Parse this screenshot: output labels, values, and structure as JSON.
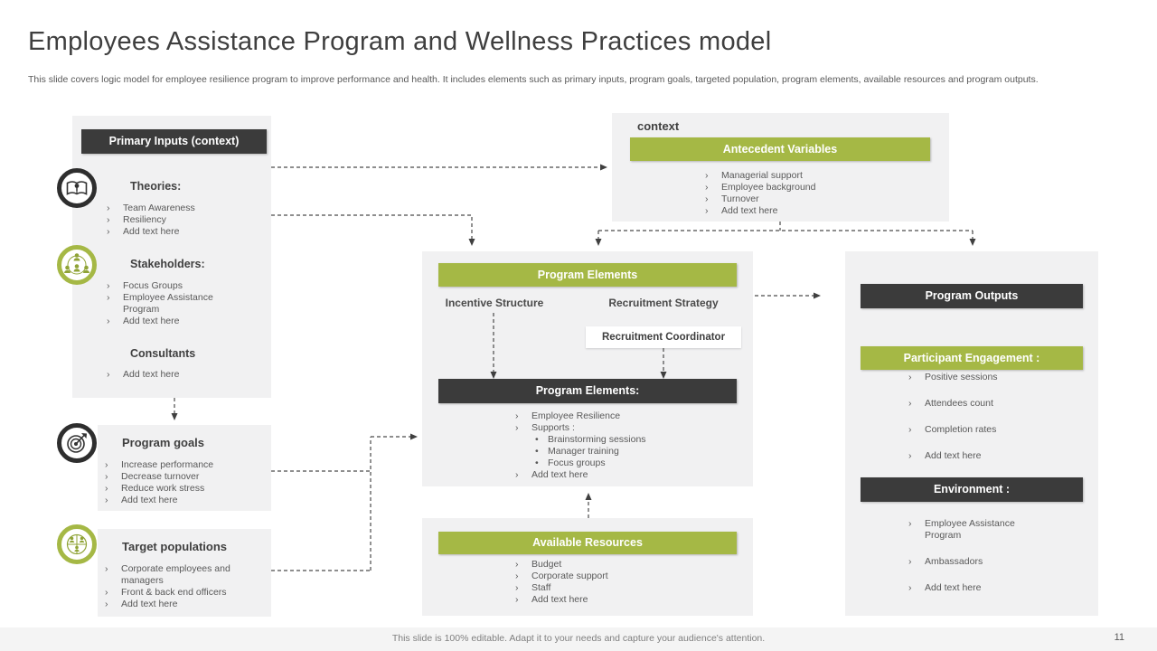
{
  "slide": {
    "title": "Employees Assistance Program and Wellness Practices model",
    "subtitle": "This slide covers logic model for employee resilience program to improve performance and health. It includes elements such as primary inputs, program goals, targeted population, program elements, available resources and program outputs.",
    "footer": "This slide is 100% editable. Adapt it to your needs and capture your audience's attention.",
    "page_number": "11"
  },
  "colors": {
    "accent_green": "#a5b845",
    "dark": "#3b3b3b",
    "panel": "#f1f1f2",
    "body_text": "#595959"
  },
  "primary_inputs": {
    "header": "Primary Inputs (context)",
    "theories": {
      "icon": "book-icon",
      "heading": "Theories:",
      "items": [
        "Team Awareness",
        "Resiliency",
        "Add text here"
      ]
    },
    "stakeholders": {
      "icon": "stakeholders-icon",
      "heading": "Stakeholders:",
      "items": [
        "Focus Groups",
        "Employee  Assistance Program",
        "Add text here"
      ]
    },
    "consultants": {
      "heading": "Consultants",
      "items": [
        "Add text here"
      ]
    }
  },
  "program_goals": {
    "icon": "target-icon",
    "heading": "Program goals",
    "items": [
      "Increase performance",
      "Decrease turnover",
      "Reduce work stress",
      "Add text here"
    ]
  },
  "target_populations": {
    "icon": "population-icon",
    "heading": "Target populations",
    "items": [
      "Corporate employees and managers",
      "Front & back end officers",
      "Add text here"
    ]
  },
  "context_box": {
    "label": "context",
    "header": "Antecedent Variables",
    "items": [
      "Managerial support",
      "Employee  background",
      "Turnover",
      "Add text here"
    ]
  },
  "program_elements": {
    "header": "Program Elements",
    "column_left": "Incentive Structure",
    "column_right": "Recruitment Strategy",
    "sub_box": "Recruitment Coordinator",
    "detail_header": "Program Elements:",
    "items": [
      "Employee  Resilience",
      "Supports :",
      "Add text here"
    ],
    "sub_items": [
      "Brainstorming sessions",
      "Manager training",
      "Focus groups"
    ]
  },
  "available_resources": {
    "header": "Available Resources",
    "items": [
      "Budget",
      "Corporate support",
      "Staff",
      "Add text here"
    ]
  },
  "program_outputs": {
    "header": "Program Outputs",
    "engagement_header": "Participant Engagement :",
    "engagement_items": [
      "Positive sessions",
      "Attendees count",
      "Completion  rates",
      "Add text here"
    ],
    "environment_header": "Environment :",
    "environment_items": [
      "Employee  Assistance Program",
      "Ambassadors",
      "Add text here"
    ]
  }
}
